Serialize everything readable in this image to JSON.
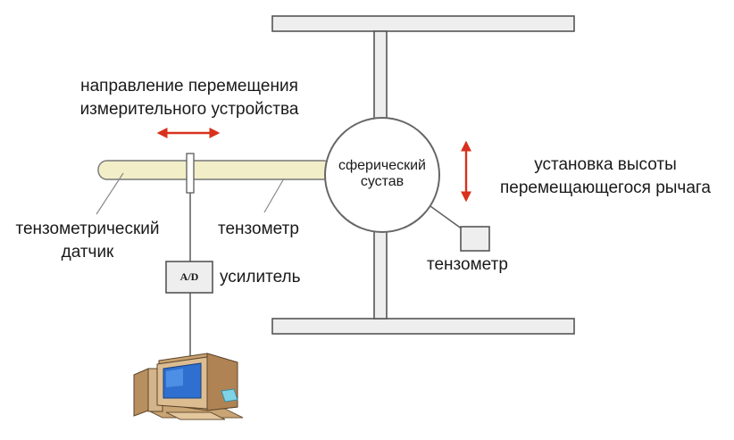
{
  "labels": {
    "direction_line1": "направление перемещения",
    "direction_line2": "измерительного устройства",
    "joint_line1": "сферический",
    "joint_line2": "сустав",
    "height_line1": "установка высоты",
    "height_line2": "перемещающегося рычага",
    "gauge_sensor_line1": "тензометрический",
    "gauge_sensor_line2": "датчик",
    "tensometer_bar": "тензометр",
    "tensometer_box": "тензометр",
    "ad_box": "A/D",
    "amplifier": "усилитель"
  },
  "colors": {
    "frame_fill": "#eeeeee",
    "frame_stroke": "#555555",
    "bar_fill": "#f2efc8",
    "arrow_red": "#d8311c",
    "line": "#666666",
    "computer_body": "#d4b48a",
    "computer_screen": "#2e6fd0"
  },
  "icons": {
    "computer": "computer-icon"
  }
}
